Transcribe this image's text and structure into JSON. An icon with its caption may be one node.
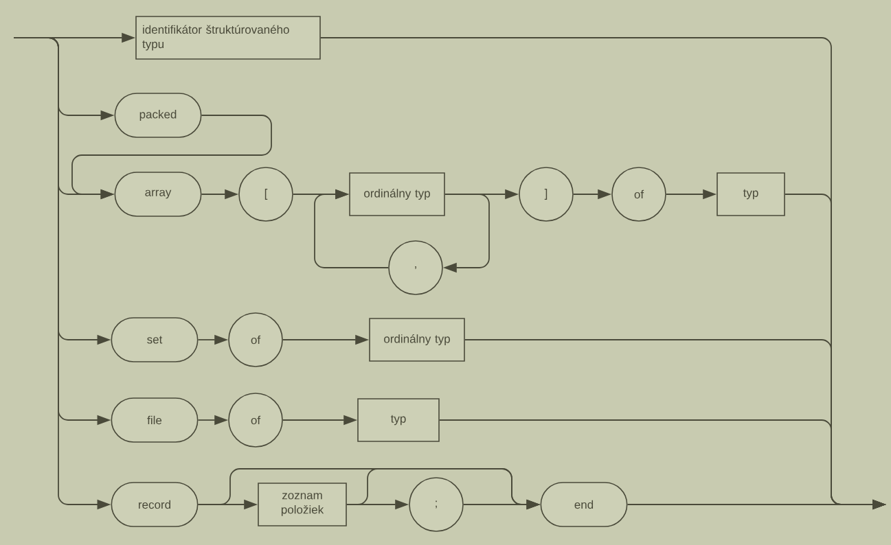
{
  "diagram": {
    "nodes": [
      {
        "text": [
          "identifikátor štruktúrovaného typu"
        ]
      },
      {
        "text": [
          "packed"
        ]
      },
      {
        "text": [
          "array"
        ]
      },
      {
        "text": [
          "["
        ]
      },
      {
        "text": [
          "ordinálny typ"
        ]
      },
      {
        "text": [
          ","
        ]
      },
      {
        "text": [
          "]"
        ]
      },
      {
        "text": [
          "of"
        ]
      },
      {
        "text": [
          "typ"
        ]
      },
      {
        "text": [
          "set"
        ]
      },
      {
        "text": [
          "of"
        ]
      },
      {
        "text": [
          "ordinálny typ"
        ]
      },
      {
        "text": [
          "file"
        ]
      },
      {
        "text": [
          "of"
        ]
      },
      {
        "text": [
          "typ"
        ]
      },
      {
        "text": [
          "record"
        ]
      },
      {
        "text": [
          "zoznam položiek"
        ]
      },
      {
        "text": [
          ";"
        ]
      },
      {
        "text": [
          "end"
        ]
      }
    ],
    "edges": [
      {
        "from": null,
        "to": 0,
        "arrow": "to"
      },
      {
        "from": null,
        "to": 1,
        "arrow": "to"
      },
      {
        "from": null,
        "to": 2,
        "arrow": "to"
      },
      {
        "from": null,
        "to": 9,
        "arrow": "to"
      },
      {
        "from": null,
        "to": 12,
        "arrow": "to"
      },
      {
        "from": null,
        "to": 15,
        "arrow": "to"
      },
      {
        "from": 1,
        "to": 2,
        "arrow": "to"
      },
      {
        "from": 2,
        "to": 3,
        "arrow": "to"
      },
      {
        "from": 3,
        "to": 4,
        "arrow": "to"
      },
      {
        "from": 4,
        "to": 5,
        "arrow": "to"
      },
      {
        "from": 5,
        "to": 4,
        "arrow": "to"
      },
      {
        "from": 4,
        "to": 6,
        "arrow": "to"
      },
      {
        "from": 6,
        "to": 7,
        "arrow": "to"
      },
      {
        "from": 7,
        "to": 8,
        "arrow": "to"
      },
      {
        "from": 9,
        "to": 10,
        "arrow": "to"
      },
      {
        "from": 10,
        "to": 11,
        "arrow": "to"
      },
      {
        "from": 12,
        "to": 13,
        "arrow": "to"
      },
      {
        "from": 13,
        "to": 14,
        "arrow": "to"
      },
      {
        "from": 15,
        "to": 16,
        "arrow": "to"
      },
      {
        "from": 15,
        "to": 18,
        "arrow": "to"
      },
      {
        "from": 16,
        "to": 17,
        "arrow": "to"
      },
      {
        "from": 16,
        "to": 18,
        "arrow": "to"
      },
      {
        "from": 17,
        "to": 18,
        "arrow": "to"
      },
      {
        "from": 0,
        "to": null,
        "arrow": "to"
      },
      {
        "from": 8,
        "to": null,
        "arrow": "to"
      },
      {
        "from": 11,
        "to": null,
        "arrow": "to"
      },
      {
        "from": 14,
        "to": null,
        "arrow": "to"
      },
      {
        "from": 18,
        "to": null,
        "arrow": "to"
      }
    ]
  }
}
